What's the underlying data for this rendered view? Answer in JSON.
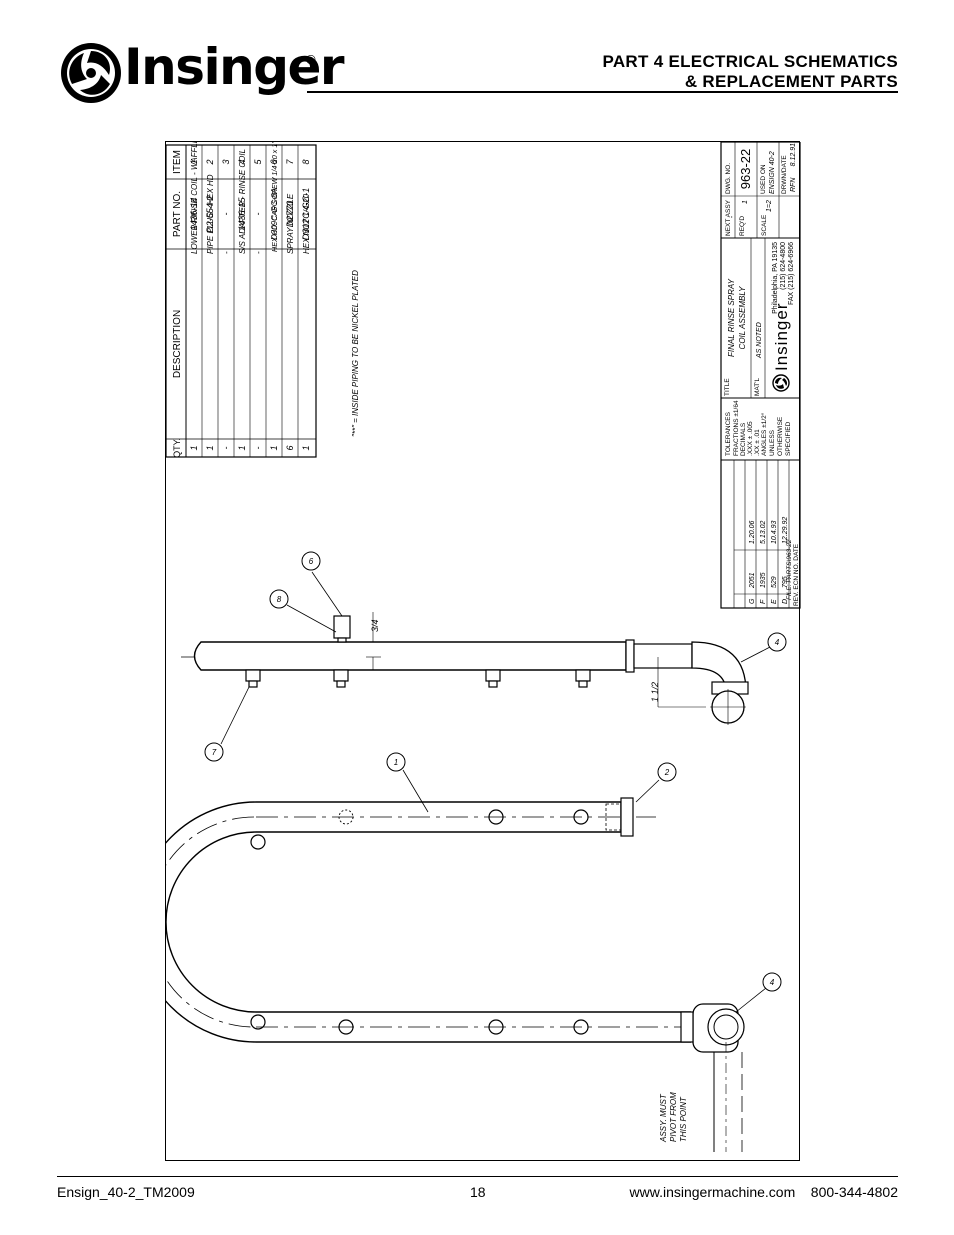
{
  "header": {
    "brand": "Insinger",
    "registered": "®",
    "part_line1": "PART 4   ELECTRICAL SCHEMATICS",
    "part_line2": "& REPLACEMENT PARTS"
  },
  "parts_table": {
    "headers": {
      "item": "ITEM",
      "part_no": "PART NO.",
      "description": "DESCRIPTION",
      "qty": "QTY."
    },
    "rows": [
      {
        "item": "1",
        "part_no": "1436-14",
        "description": "LOWER RINSE COIL - WAFFLE H.",
        "qty": "1",
        "marker": ""
      },
      {
        "item": "2",
        "part_no": "D2-554-2",
        "description": "PIPE PLUG - HEX HD",
        "qty": "1",
        "marker": ""
      },
      {
        "item": "3",
        "part_no": "-",
        "description": "-",
        "qty": "-",
        "marker": ""
      },
      {
        "item": "4",
        "part_no": "1436-15",
        "description": "S/S ADAPTER - RINSE COIL",
        "qty": "1",
        "marker": ""
      },
      {
        "item": "5",
        "part_no": "-",
        "description": "-",
        "qty": "-",
        "marker": ""
      },
      {
        "item": "6",
        "part_no": "D309C-GC-8A",
        "description": "HEX HD. CAP SCREW 1/4-20 x 1\" LG.",
        "qty": "1",
        "marker": "**"
      },
      {
        "item": "7",
        "part_no": "D2770",
        "description": "SPRAY NOZZLE",
        "qty": "6",
        "marker": ""
      },
      {
        "item": "8",
        "part_no": "D312C-GC-1",
        "description": "HEX NUT 1/4-20",
        "qty": "1",
        "marker": ""
      }
    ],
    "note": "\"**\" = INSIDE PIPING TO BE NICKEL PLATED"
  },
  "title_block": {
    "revisions": [
      {
        "rev": "G",
        "ecn": "2051",
        "date": "1.20.06"
      },
      {
        "rev": "F",
        "ecn": "1935",
        "date": "5.13.02"
      },
      {
        "rev": "E",
        "ecn": "529",
        "date": "10.4.93"
      },
      {
        "rev": "D",
        "ecn": "795",
        "date": "12.29.92"
      }
    ],
    "rev_header": "REV.  ECN NO.      DATE",
    "file": "FILE: PARTS\\963-22",
    "tolerances": [
      "TOLERANCES",
      "FRACTIONS ±1/64",
      "DECIMALS",
      ".XXX ± .005",
      ".XX ± .01",
      "ANGLES ±1/2°",
      "UNLESS",
      "OTHERWISE",
      "SPECIFIED"
    ],
    "title_label": "TITLE",
    "title_line1": "FINAL RINSE SPRAY",
    "title_line2": "COIL ASSEMBLY",
    "matl_label": "MAT'L",
    "matl_value": "AS NOTED",
    "company": "Insinger",
    "address1": "Philadelphia, PA 19135",
    "address2": "(215) 624-4800",
    "address3": "FAX (215) 624-6966",
    "next_assy_label": "NEXT ASSY",
    "next_assy_value": "-",
    "reqd_label": "REQ'D",
    "reqd_value": "1",
    "scale_label": "SCALE",
    "scale_value": "1=2",
    "dwg_label": "DWG. NO.",
    "dwg_value": "963-22",
    "used_on_label": "USED ON",
    "used_on_value": "ENSIGN 40-2",
    "drwn_label": "DRWN/DATE",
    "drwn_value": "RFN",
    "drwn_date": "8.12.91"
  },
  "drawing": {
    "balloons": [
      "1",
      "2",
      "4",
      "4",
      "6",
      "7",
      "8"
    ],
    "dim_3_4": "3/4",
    "dim_1_1_2": "1 1/2",
    "pivot_note": [
      "ASSY. MUST",
      "PIVOT FROM",
      "THIS POINT"
    ]
  },
  "footer": {
    "left": "Ensign_40-2_TM2009",
    "page": "18",
    "right": "www.insingermachine.com    800-344-4802"
  }
}
